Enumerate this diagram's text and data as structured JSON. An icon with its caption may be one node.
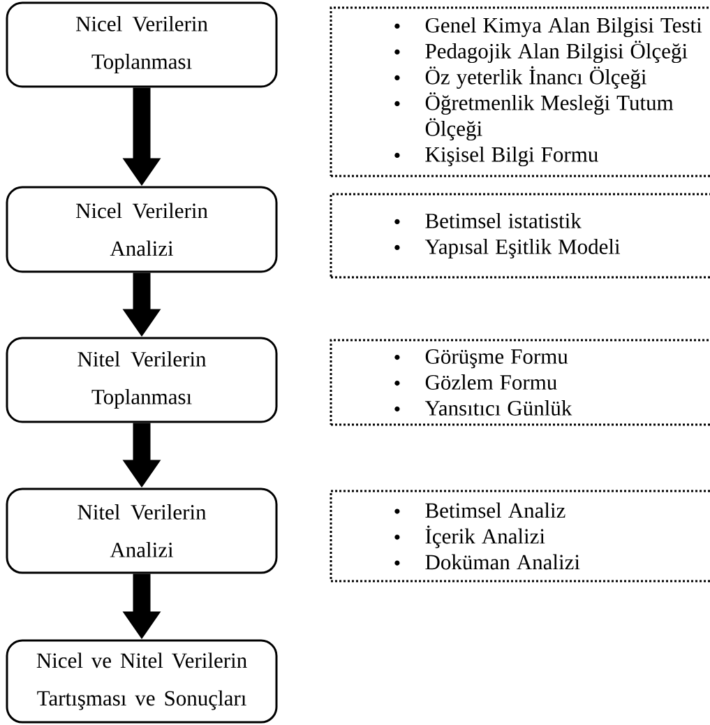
{
  "diagram": {
    "nodes": [
      {
        "text": [
          "Nicel Verilerin Toplanması"
        ]
      },
      {
        "text": [
          "Nicel Verilerin Analizi"
        ]
      },
      {
        "text": [
          "Nitel Verilerin Toplanması"
        ]
      },
      {
        "text": [
          "Nitel Verilerin Analizi"
        ]
      },
      {
        "text": [
          "Nicel ve Nitel Verilerin Tartışması ve Sonuçları"
        ]
      },
      {
        "text": [
          "Genel Kimya Alan Bilgisi Testi",
          "Pedagojik Alan Bilgisi Ölçeği",
          "Öz yeterlik İnancı Ölçeği",
          "Öğretmenlik Mesleği Tutum Ölçeği",
          "Kişisel Bilgi Formu"
        ]
      },
      {
        "text": [
          "Betimsel istatistik",
          "Yapısal Eşitlik Modeli"
        ]
      },
      {
        "text": [
          "Görüşme Formu",
          "Gözlem Formu",
          "Yansıtıcı Günlük"
        ]
      },
      {
        "text": [
          "Betimsel Analiz",
          "İçerik Analizi",
          "Doküman Analizi"
        ]
      }
    ],
    "edges": [
      {
        "from": 0,
        "to": 1,
        "arrow": "to"
      },
      {
        "from": 1,
        "to": 2,
        "arrow": "to"
      },
      {
        "from": 2,
        "to": 3,
        "arrow": "to"
      },
      {
        "from": 3,
        "to": 4,
        "arrow": "to"
      }
    ]
  }
}
